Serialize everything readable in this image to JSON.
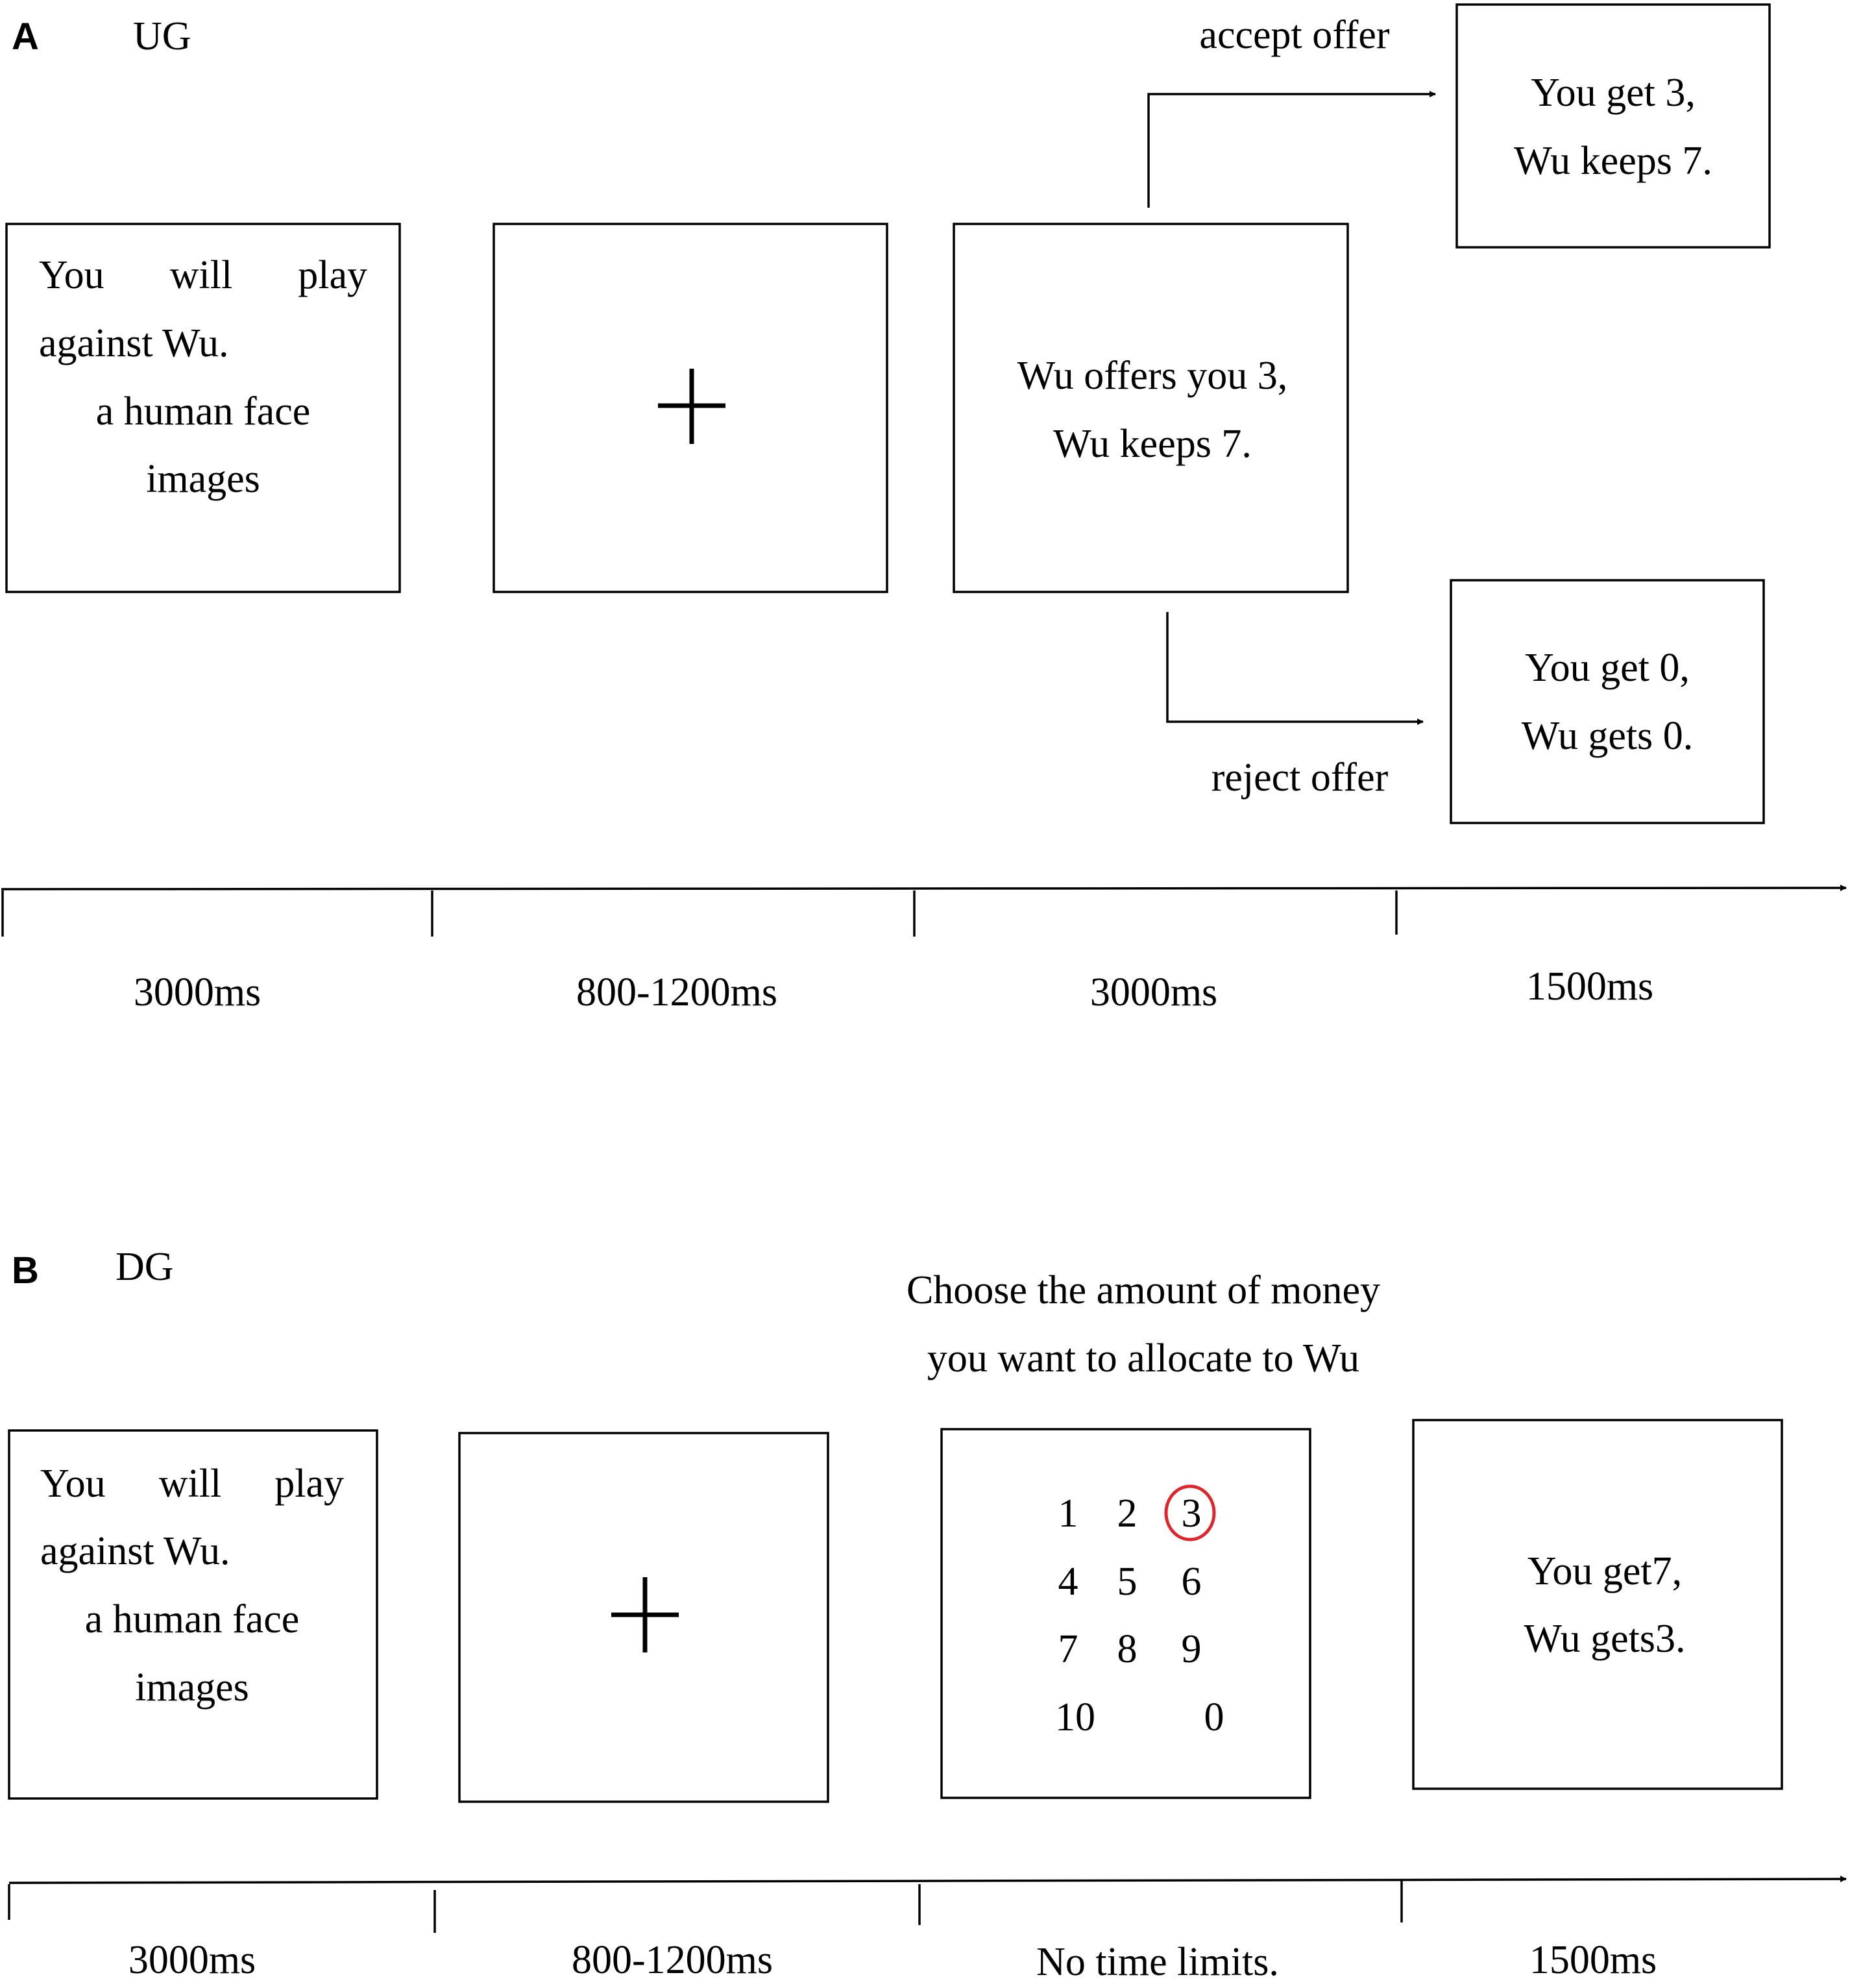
{
  "panel_a": {
    "letter": "A",
    "name": "UG",
    "intro_text": {
      "word1": "You",
      "word2": "will",
      "word3": "play",
      "line2": "against Wu.",
      "line3": "a human face",
      "line4": "images"
    },
    "offer_text": {
      "line1": "Wu offers you 3,",
      "line2": "Wu keeps 7."
    },
    "accept_label": "accept offer",
    "accept_text": {
      "line1": "You get 3,",
      "line2": "Wu keeps 7."
    },
    "reject_label": "reject offer",
    "reject_text": {
      "line1": "You get 0,",
      "line2": "Wu gets 0."
    },
    "timeline": [
      "3000ms",
      "800-1200ms",
      "3000ms",
      "1500ms"
    ]
  },
  "panel_b": {
    "letter": "B",
    "name": "DG",
    "intro_text": {
      "word1": "You",
      "word2": "will",
      "word3": "play",
      "line2": "against Wu.",
      "line3": "a human face",
      "line4": "images"
    },
    "choose_prompt": {
      "line1": "Choose the amount of money",
      "line2": "you want to allocate to Wu"
    },
    "number_grid": [
      "1",
      "2",
      "3",
      "4",
      "5",
      "6",
      "7",
      "8",
      "9",
      "10",
      "0"
    ],
    "selected_number": "3",
    "result_text": {
      "line1": "You get7,",
      "line2": "Wu gets3."
    },
    "timeline": [
      "3000ms",
      "800-1200ms",
      "No time limits.",
      "1500ms"
    ]
  },
  "colors": {
    "highlight": "#e0262b",
    "line": "#000000"
  }
}
